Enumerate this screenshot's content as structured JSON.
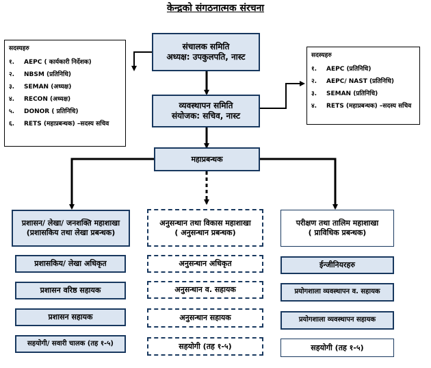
{
  "title": "केन्द्रको संगठनात्मक संरचना",
  "colors": {
    "box_fill": "#dbe5f1",
    "box_border": "#17375e",
    "line": "#000000"
  },
  "steering_committee": {
    "line1": "संचालक समिति",
    "line2": "अध्यक्ष: उपकुलपति, नास्ट"
  },
  "management_committee": {
    "line1": "व्यवस्थापन समिति",
    "line2": "संयोजक: सचिव, नास्ट"
  },
  "general_manager": "महाप्रबन्धक",
  "left_members": {
    "header": "सदस्यहरु",
    "items": [
      {
        "num": "१.",
        "text": "AEPC ( कार्यकारी निर्देशक)"
      },
      {
        "num": "२.",
        "text": "NBSM (प्रतिनिधि)"
      },
      {
        "num": "३.",
        "text": "SEMAN (अध्यक्ष)"
      },
      {
        "num": "४.",
        "text": "RECON (अध्यक्ष)"
      },
      {
        "num": "५.",
        "text": "DONOR ( प्रतिनिधि)"
      },
      {
        "num": "६.",
        "text": "RETS (महाप्रबन्धक) –सदस्य सचिव"
      }
    ]
  },
  "right_members": {
    "header": "सदस्यहरु",
    "items": [
      {
        "num": "१.",
        "text": "AEPC (प्रतिनिधि)"
      },
      {
        "num": "२.",
        "text": "AEPC/ NAST (प्रतिनिधि)"
      },
      {
        "num": "३.",
        "text": "SEMAN (प्रतिनिधि)"
      },
      {
        "num": "४.",
        "text": "RETS (महाप्रबन्धक) –सदस्य सचिव"
      }
    ]
  },
  "divisions": {
    "admin": {
      "head1": "प्रशासन/ लेखा/ जनशक्ति महाशाखा",
      "head2": "(प्रशासकिय तथा लेखा प्रबन्धक)",
      "posts": [
        "प्रशासकिय/ लेखा अधिकृत",
        "प्रशासन वरिष्ठ सहायक",
        "प्रशासन सहायक",
        "सहयोगी/ सवारी चालक (तह १-५)"
      ]
    },
    "research": {
      "head1": "अनुसन्धान तथा विकास महाशाखा",
      "head2": "( अनुसन्धान प्रबन्धक)",
      "posts": [
        "अनुसन्धान अधिकृत",
        "अनुसन्धान व. सहायक",
        "अनुसन्धान सहायक",
        "सहयोगी (तह १-५)"
      ]
    },
    "testing": {
      "head1": "परीक्षण तथा तालिम महाशाखा",
      "head2": "( प्राविधिक प्रबन्धक)",
      "posts": [
        "ईन्जीनियरहरु",
        "प्रयोगशाला व्यवस्थापन व. सहायक",
        "प्रयोगशाला व्यवस्थापन सहायक",
        "सहयोगी (तह १-५)"
      ]
    }
  }
}
